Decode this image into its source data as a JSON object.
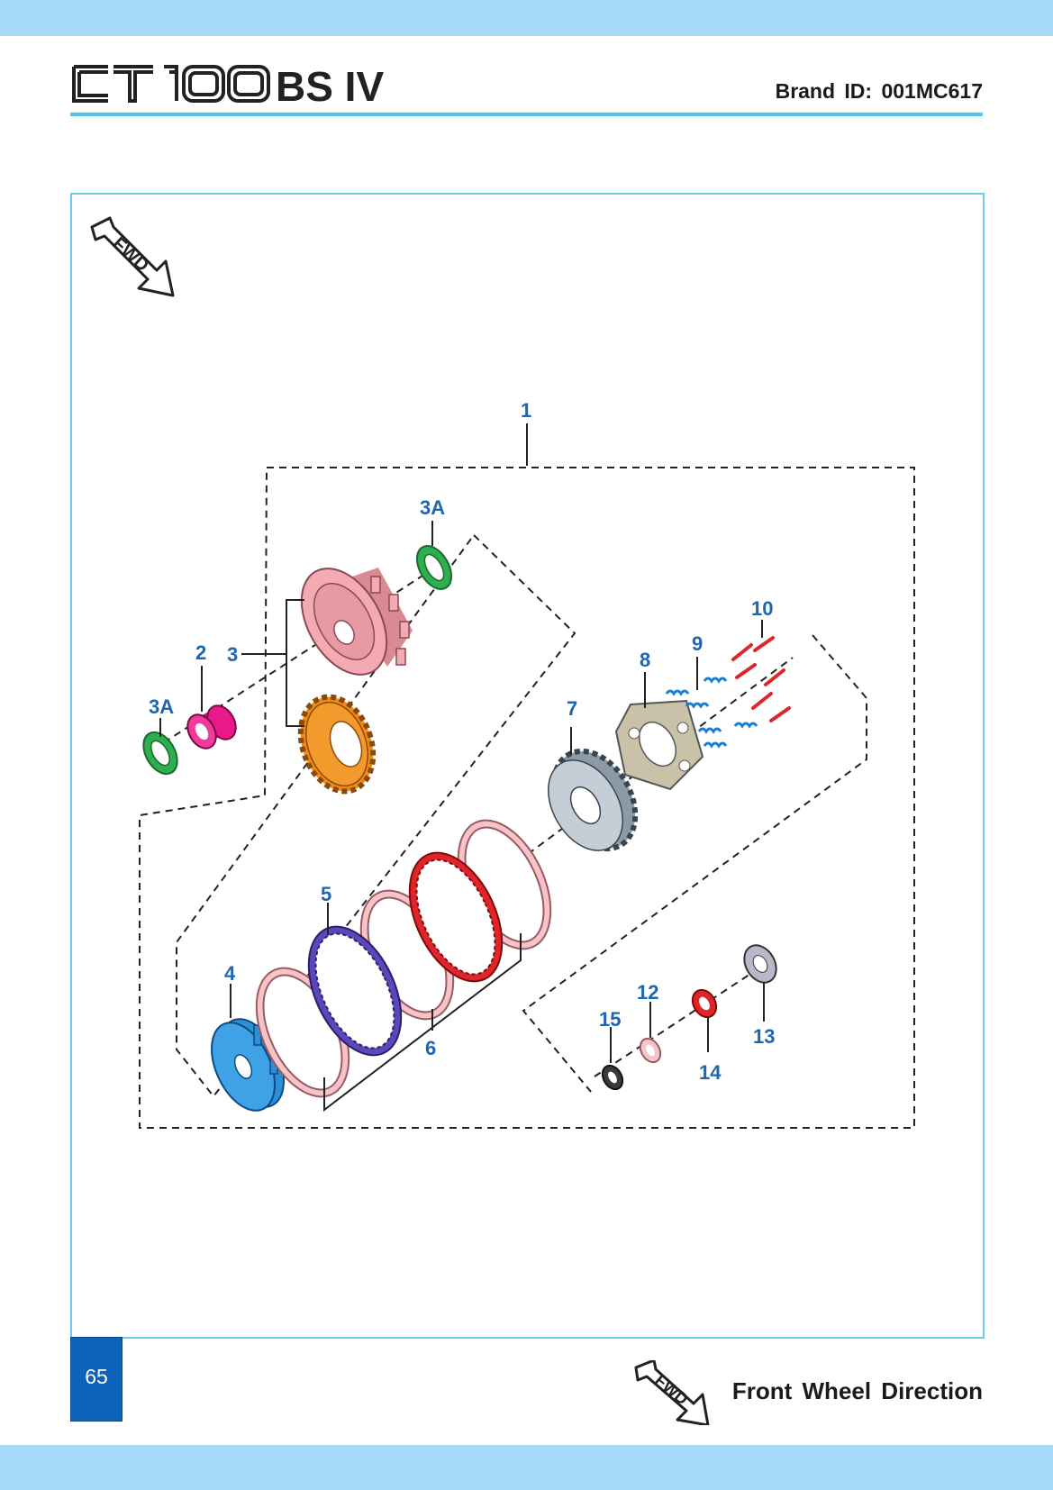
{
  "header": {
    "model_logo": "CT 100",
    "model_suffix": "BS IV",
    "brand_id": "Brand ID: 001MC617"
  },
  "diagram": {
    "fwd_badge": "FWD",
    "callouts": {
      "c1": "1",
      "c2": "2",
      "c3": "3",
      "c3a_top": "3A",
      "c3a_left": "3A",
      "c4": "4",
      "c5": "5",
      "c6": "6",
      "c7": "7",
      "c8": "8",
      "c9": "9",
      "c10": "10",
      "c12": "12",
      "c13": "13",
      "c14": "14",
      "c15": "15"
    }
  },
  "footer": {
    "page_number": "65",
    "fwd_badge": "FWD",
    "legend_text": "Front Wheel Direction"
  },
  "colors": {
    "band": "#a6d9f5",
    "rule": "#55c2ee",
    "callout": "#1d66b0",
    "page_box": "#0c63b8"
  }
}
